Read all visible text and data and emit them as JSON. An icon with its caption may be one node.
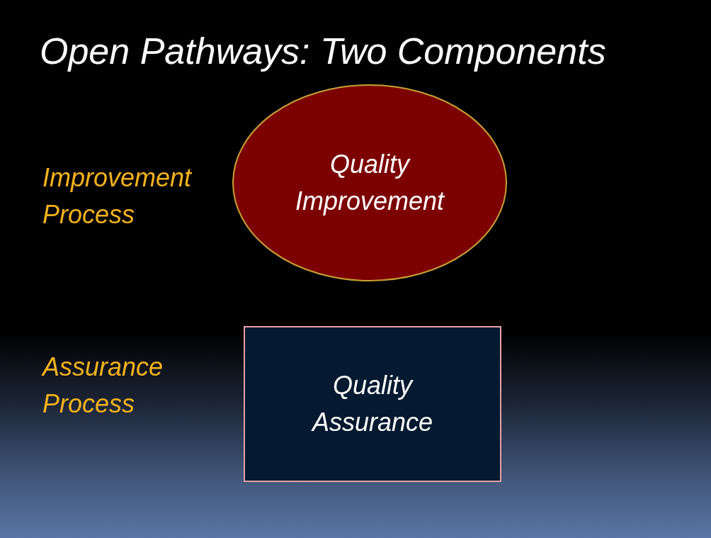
{
  "diagram": {
    "title": "Open Pathways: Two Components",
    "nodes": [
      {
        "text": [
          "Quality Improvement"
        ],
        "beside": [
          "Improvement Process"
        ]
      },
      {
        "text": [
          "Quality Assurance"
        ],
        "beside": [
          "Assurance Process"
        ]
      }
    ]
  }
}
